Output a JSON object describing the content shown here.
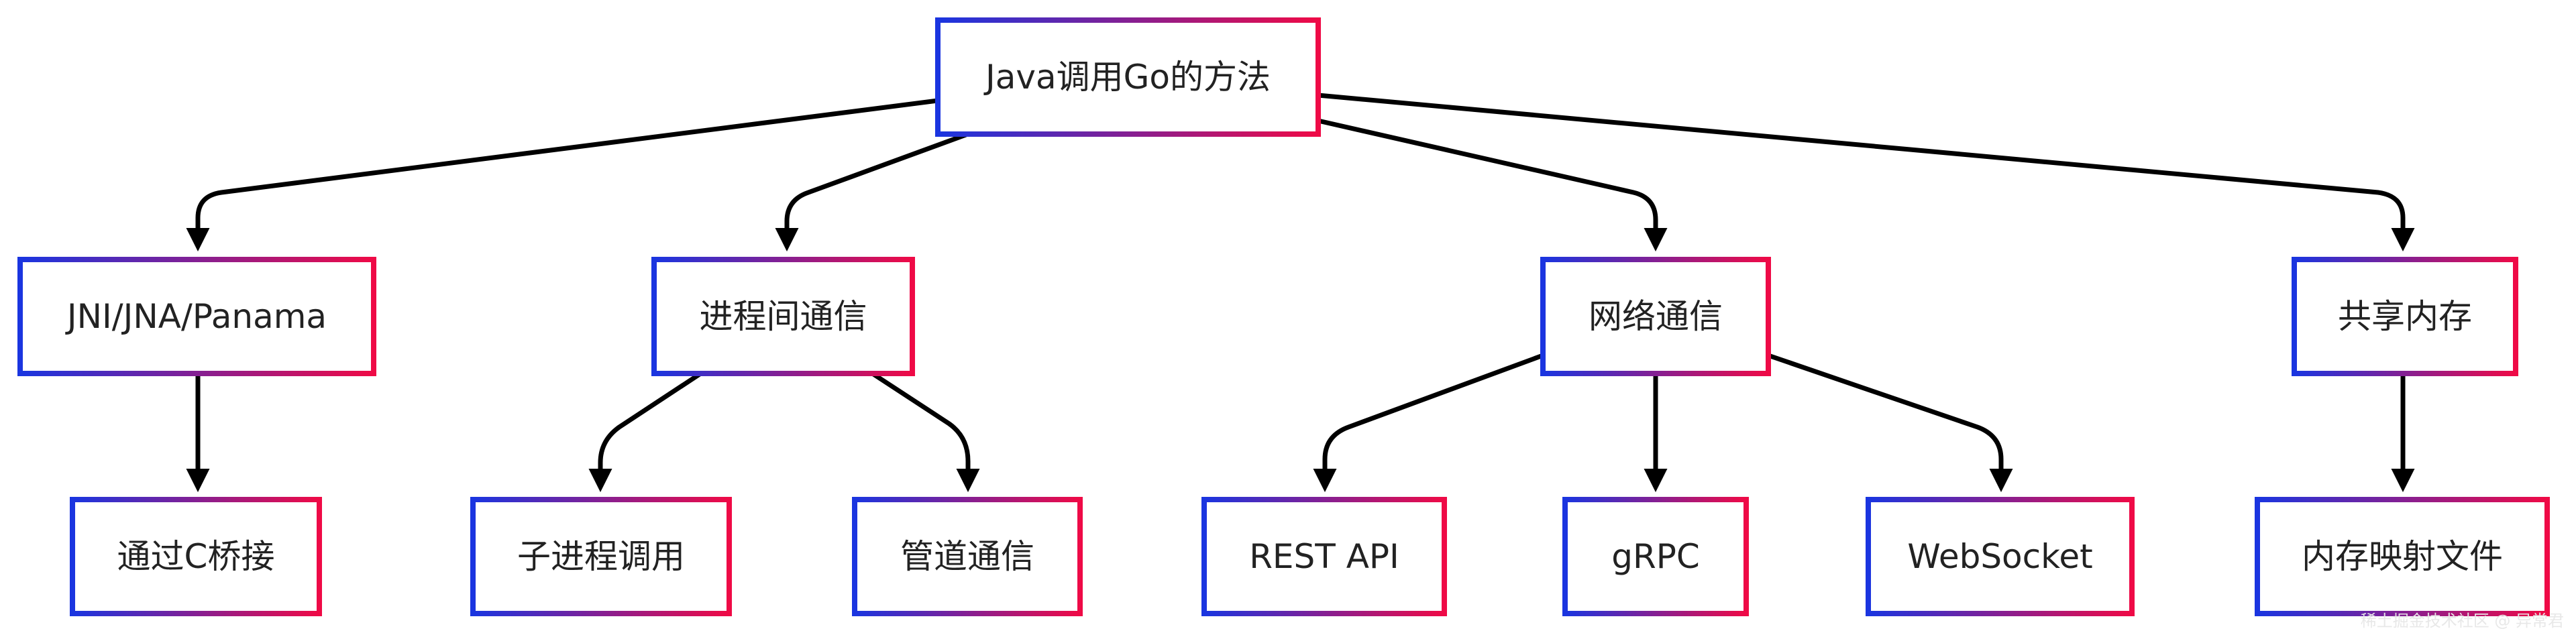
{
  "diagram": {
    "root": "Java调用Go的方法",
    "branches": [
      {
        "id": "jni",
        "label": "JNI/JNA/Panama",
        "children": [
          {
            "id": "cbridge",
            "label": "通过C桥接"
          }
        ]
      },
      {
        "id": "ipc",
        "label": "进程间通信",
        "children": [
          {
            "id": "subprocess",
            "label": "子进程调用"
          },
          {
            "id": "pipe",
            "label": "管道通信"
          }
        ]
      },
      {
        "id": "net",
        "label": "网络通信",
        "children": [
          {
            "id": "rest",
            "label": "REST API"
          },
          {
            "id": "grpc",
            "label": "gRPC"
          },
          {
            "id": "ws",
            "label": "WebSocket"
          }
        ]
      },
      {
        "id": "shm",
        "label": "共享内存",
        "children": [
          {
            "id": "mmap",
            "label": "内存映射文件"
          }
        ]
      }
    ]
  },
  "colors": {
    "border_left": "#1a35e0",
    "border_right": "#ef0a46",
    "edge": "#000000",
    "text": "#222222"
  },
  "watermark": "稀土掘金技术社区 @ 异常君"
}
